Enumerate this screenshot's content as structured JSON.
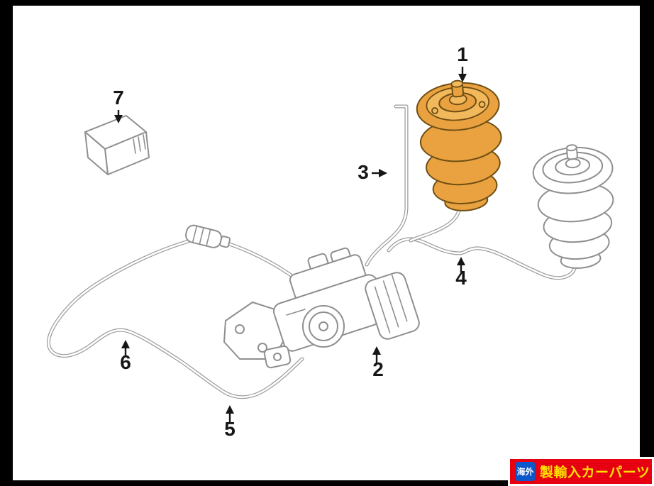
{
  "page": {
    "frame_color": "#000000",
    "paper_color": "#ffffff"
  },
  "diagram": {
    "part_labels": [
      "1",
      "2",
      "3",
      "4",
      "5",
      "6",
      "7"
    ],
    "colors": {
      "line_gray": "#8f8f8f",
      "tube_gray": "#9a9a9a",
      "highlight_orange": "#e9a23f",
      "label_black": "#161616"
    }
  },
  "banner": {
    "icon_text": "海外",
    "label": "製輸入カーパーツ",
    "colors": {
      "background": "#e60012",
      "border": "#ffffff",
      "icon_bg": "#0c57c9",
      "icon_text_color": "#ffffff",
      "text_color": "#ffe100"
    }
  }
}
